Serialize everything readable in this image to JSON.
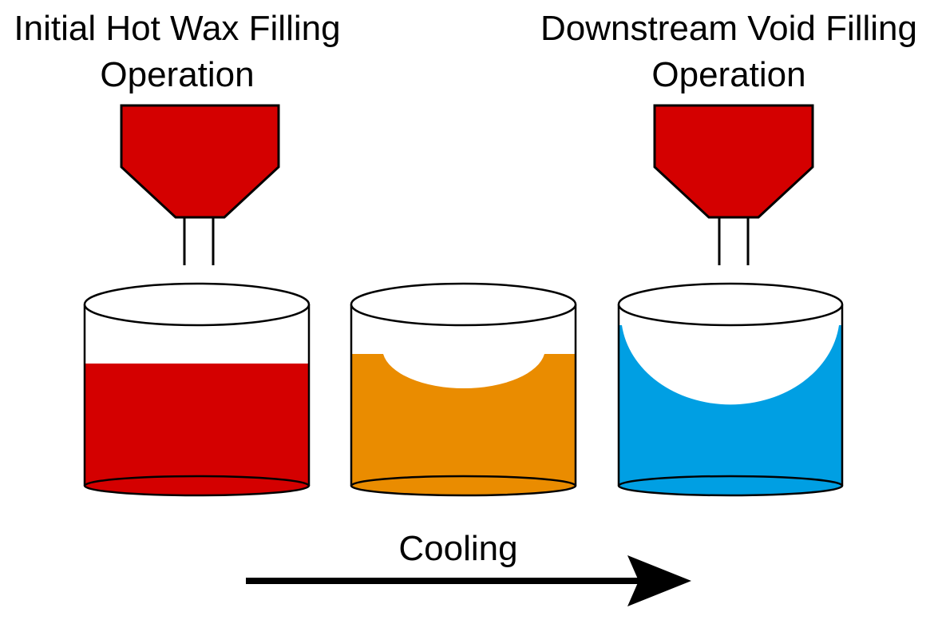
{
  "labels": {
    "left_title_line1": "Initial Hot Wax Filling",
    "left_title_line2": "Operation",
    "right_title_line1": "Downstream Void Filling",
    "right_title_line2": "Operation",
    "arrow_label": "Cooling"
  },
  "colors": {
    "hopper": "#d40000",
    "hot_wax": "#d40000",
    "cooling_wax": "#ea8c00",
    "filled_wax": "#009fe3",
    "outline": "#000000",
    "background": "#ffffff"
  },
  "stages": [
    {
      "name": "hot-fill",
      "has_hopper": true,
      "wax_color_key": "hot_wax",
      "void": "none"
    },
    {
      "name": "cooling",
      "has_hopper": false,
      "wax_color_key": "cooling_wax",
      "void": "shrinkage"
    },
    {
      "name": "void-fill",
      "has_hopper": true,
      "wax_color_key": "filled_wax",
      "void": "large"
    }
  ]
}
